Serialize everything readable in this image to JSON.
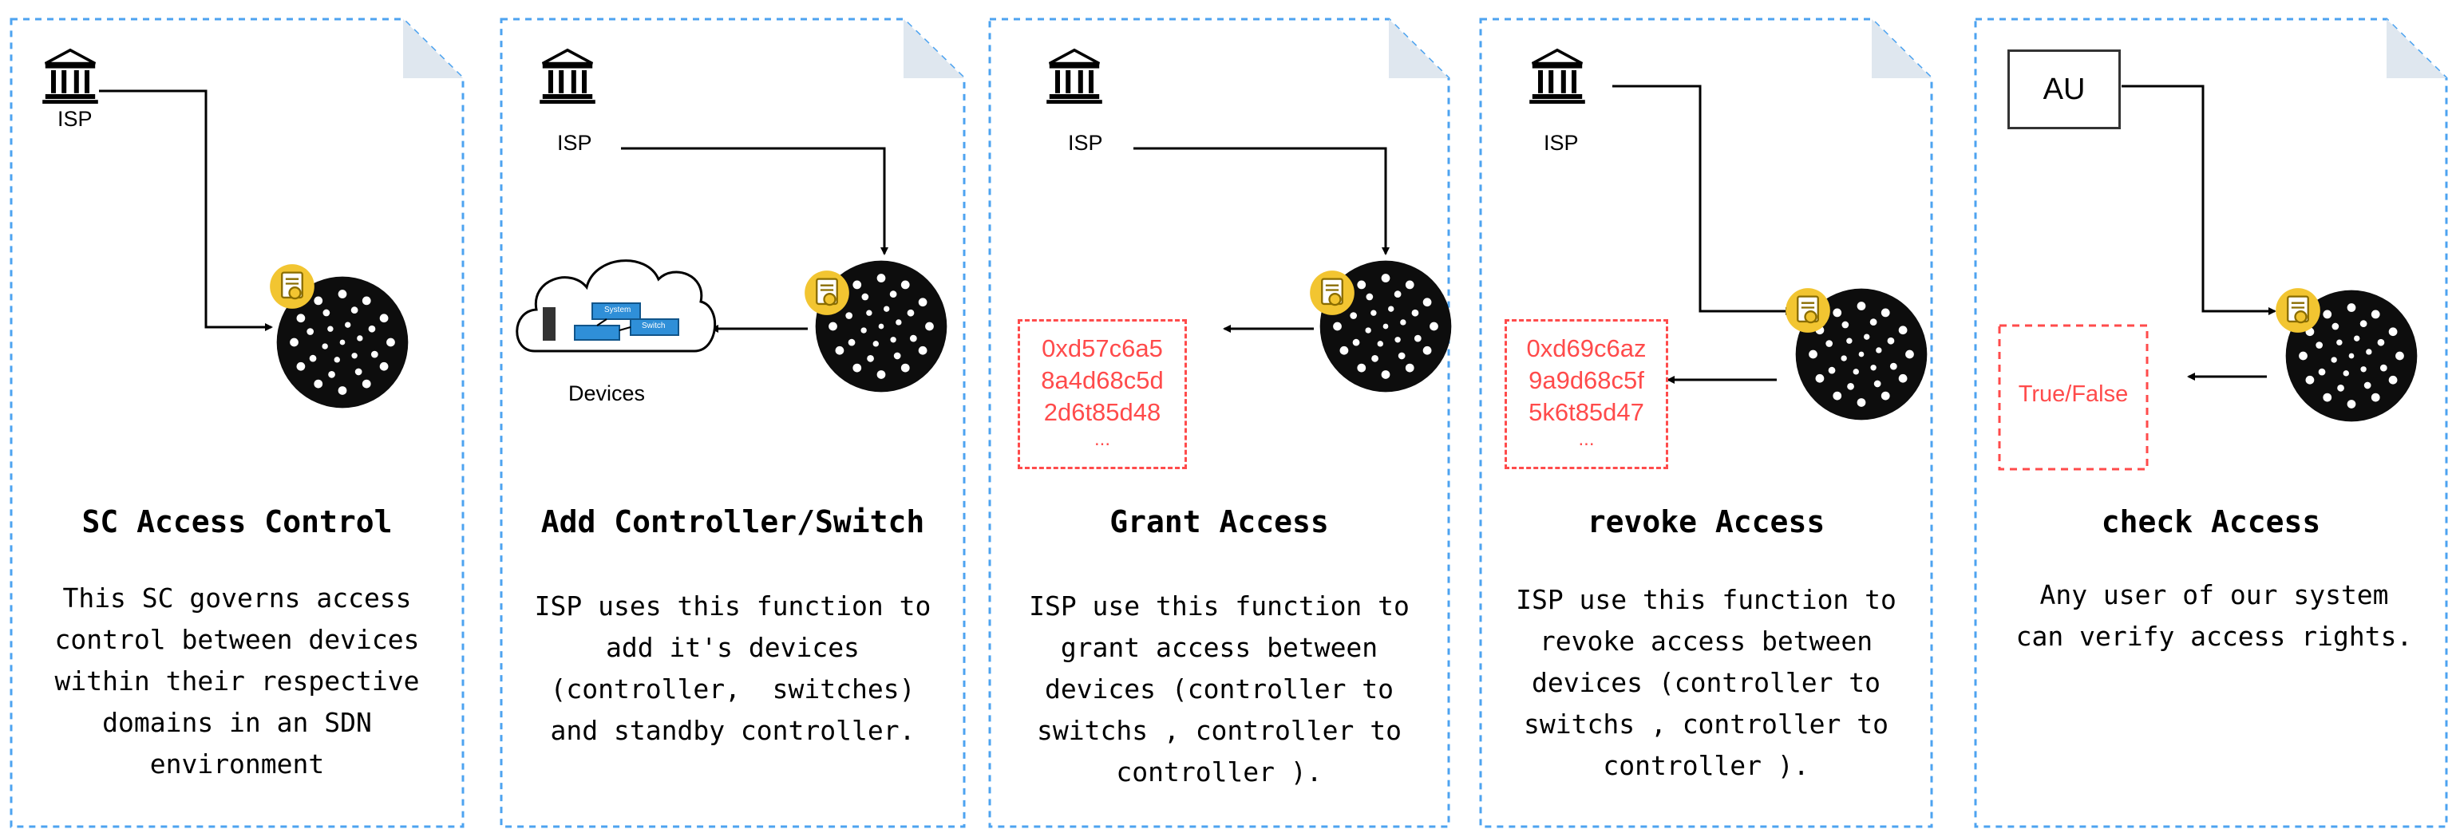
{
  "panels": [
    {
      "title": "SC Access Control",
      "isp_label": "ISP",
      "description": [
        "This SC governs access",
        "control between devices",
        "within their respective",
        "domains in an SDN",
        "environment"
      ]
    },
    {
      "title": "Add Controller/Switch",
      "isp_label": "ISP",
      "devices_label": "Devices",
      "switch_labels": [
        "System",
        "Switch"
      ],
      "description": [
        "ISP uses this function to",
        "add it's devices",
        "(controller,  switches)",
        "and standby controller."
      ]
    },
    {
      "title": "Grant Access",
      "isp_label": "ISP",
      "hex_lines": [
        "0xd57c6a5",
        "8a4d68c5d",
        "2d6t85d48",
        "..."
      ],
      "description": [
        "ISP use this function to",
        "grant access between",
        "devices (controller to",
        "switchs , controller to",
        "controller )."
      ]
    },
    {
      "title": "revoke Access",
      "isp_label": "ISP",
      "hex_lines": [
        "0xd69c6az",
        "9a9d68c5f",
        "5k6t85d47",
        "..."
      ],
      "description": [
        "ISP use this function to",
        "revoke access between",
        "devices (controller to",
        "switchs , controller to",
        "controller )."
      ]
    },
    {
      "title": "check Access",
      "au_label": "AU",
      "result_label": "True/False",
      "description": [
        "Any user of our system",
        "can verify access rights."
      ]
    }
  ],
  "colors": {
    "panel_border": "#4da3f0",
    "dashed_red": "#ff4b4b",
    "badge": "#f2c531",
    "logo_bg": "#0d0d0d"
  },
  "icons": [
    "bank-building-icon",
    "smart-contract-logo-icon",
    "certificate-badge-icon",
    "cloud-network-icon",
    "arrow-icon"
  ]
}
